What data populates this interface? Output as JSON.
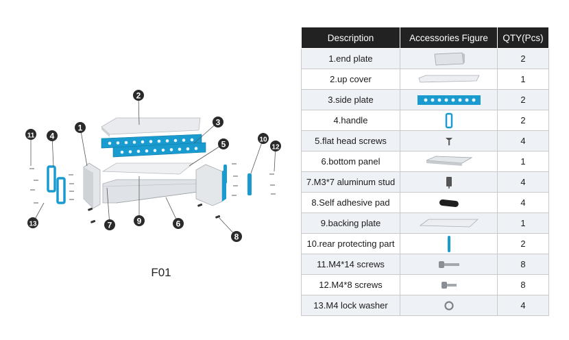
{
  "diagram": {
    "callouts": [
      "1",
      "2",
      "3",
      "4",
      "5",
      "6",
      "7",
      "8",
      "9",
      "10",
      "11",
      "12",
      "13"
    ],
    "model_label": "F01",
    "colors": {
      "accent_blue": "#1a9bd0",
      "panel_light": "#e6e8eb",
      "metal": "#c8ccd0",
      "callout_bg": "#2a2a2a"
    }
  },
  "table": {
    "headers": {
      "description": "Description",
      "figure": "Accessories Figure",
      "qty": "QTY(Pcs)"
    },
    "rows": [
      {
        "description": "1.end plate",
        "figure_icon": "end-plate-icon",
        "qty": "2"
      },
      {
        "description": "2.up cover",
        "figure_icon": "up-cover-icon",
        "qty": "1"
      },
      {
        "description": "3.side plate",
        "figure_icon": "side-plate-icon",
        "qty": "2"
      },
      {
        "description": "4.handle",
        "figure_icon": "handle-icon",
        "qty": "2"
      },
      {
        "description": "5.flat head screws",
        "figure_icon": "flat-head-screw-icon",
        "qty": "4"
      },
      {
        "description": "6.bottom panel",
        "figure_icon": "bottom-panel-icon",
        "qty": "1"
      },
      {
        "description": "7.M3*7 aluminum stud",
        "figure_icon": "aluminum-stud-icon",
        "qty": "4"
      },
      {
        "description": "8.Self adhesive pad",
        "figure_icon": "adhesive-pad-icon",
        "qty": "4"
      },
      {
        "description": "9.backing plate",
        "figure_icon": "backing-plate-icon",
        "qty": "1"
      },
      {
        "description": "10.rear protecting part",
        "figure_icon": "rear-protecting-part-icon",
        "qty": "2"
      },
      {
        "description": "11.M4*14 screws",
        "figure_icon": "m4x14-screw-icon",
        "qty": "8"
      },
      {
        "description": "12.M4*8 screws",
        "figure_icon": "m4x8-screw-icon",
        "qty": "8"
      },
      {
        "description": "13.M4 lock washer",
        "figure_icon": "lock-washer-icon",
        "qty": "4"
      }
    ]
  }
}
